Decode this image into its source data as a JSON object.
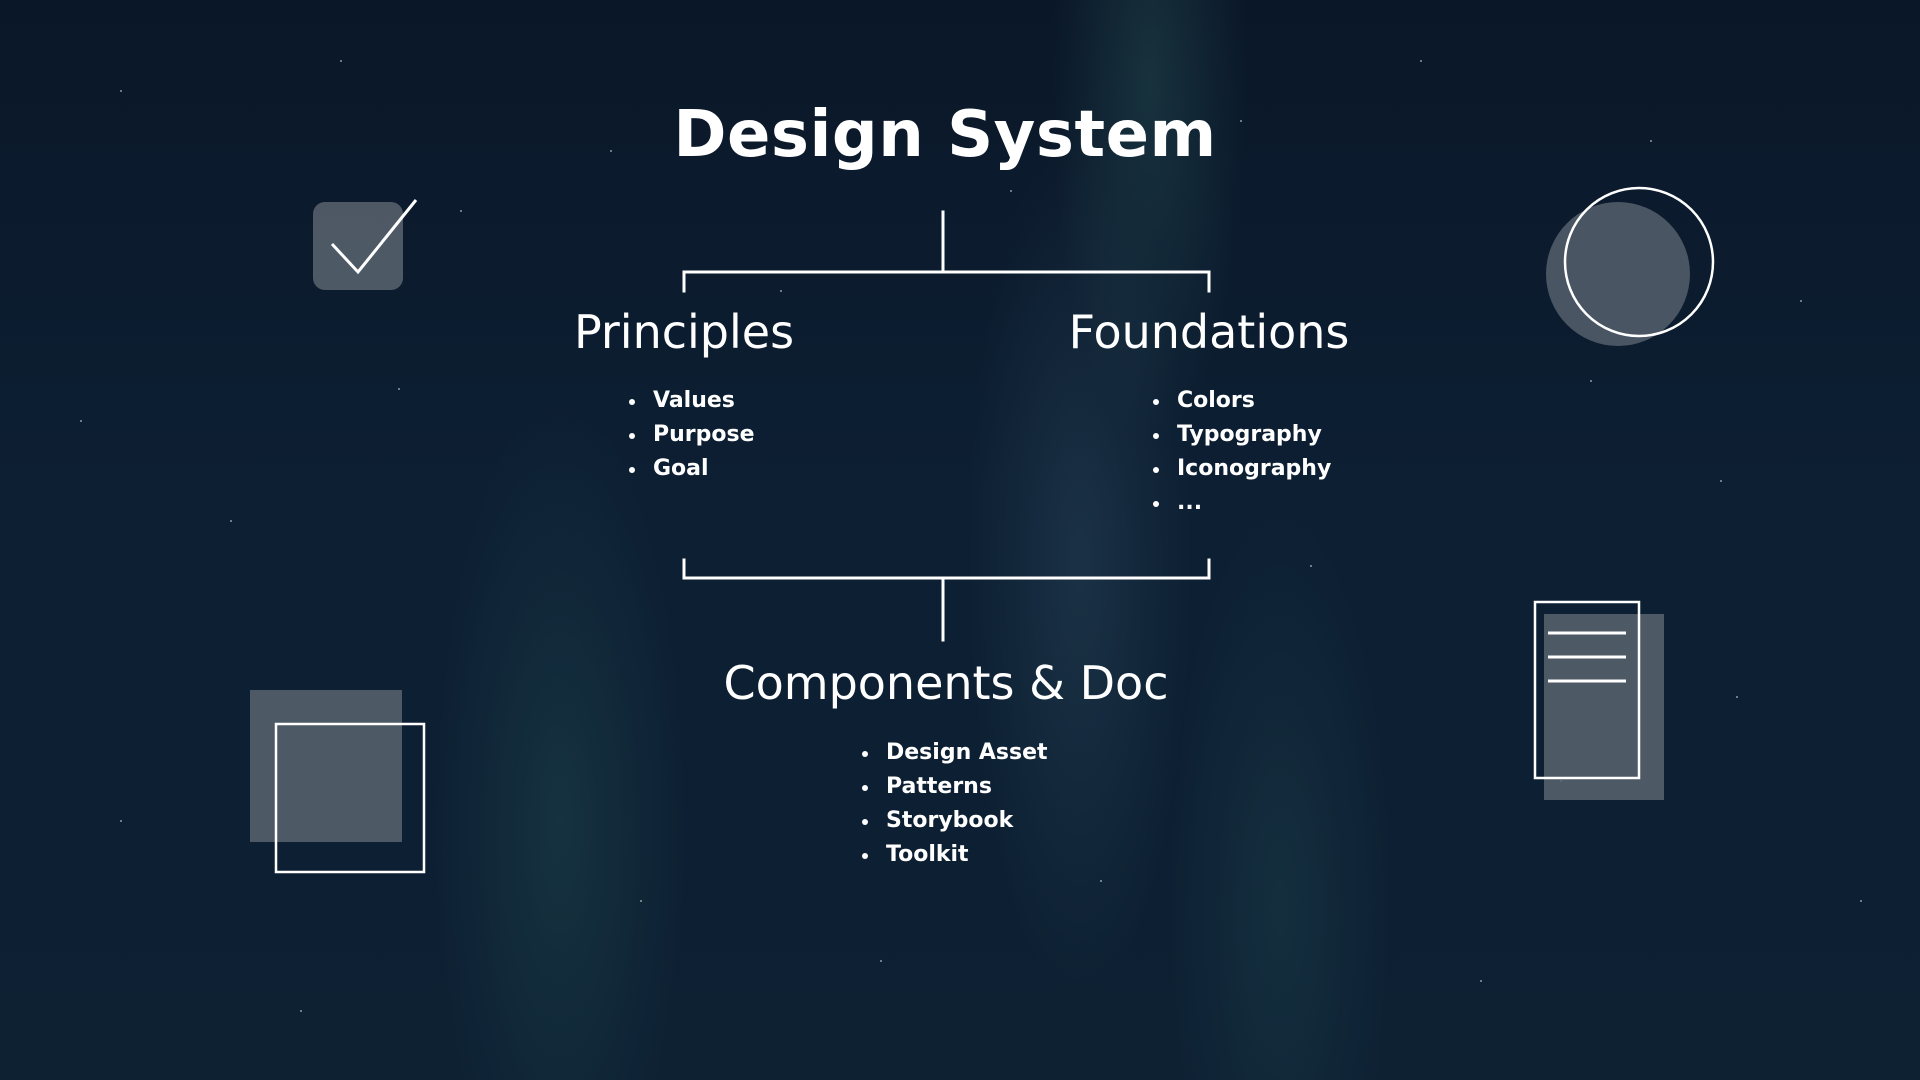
{
  "title": "Design System",
  "sections": {
    "principles": {
      "heading": "Principles",
      "items": [
        "Values",
        "Purpose",
        "Goal"
      ]
    },
    "foundations": {
      "heading": "Foundations",
      "items": [
        "Colors",
        "Typography",
        "Iconography",
        "..."
      ]
    },
    "components": {
      "heading": "Components & Doc",
      "items": [
        "Design Asset",
        "Patterns",
        "Storybook",
        "Toolkit"
      ]
    }
  },
  "decorations": [
    "checkmark-icon",
    "circle-icon",
    "square-icon",
    "document-icon"
  ],
  "colors": {
    "background": "#0d1f33",
    "foreground": "#ffffff",
    "shape_fill": "#5a6470"
  }
}
